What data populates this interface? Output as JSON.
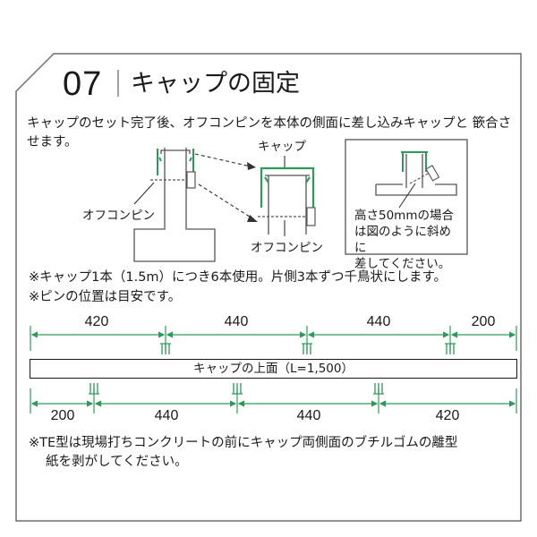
{
  "header": {
    "step_number": "07",
    "title": "キャップの固定"
  },
  "intro_text": "キャップのセット完了後、オフコンピンを本体の側面に差し込みキャップと 篏合させます。",
  "figure": {
    "left_label": "オフコンピン",
    "cap_label": "キャップ",
    "pin_label": "オフコンピン",
    "inset_note_lines": [
      "高さ50mmの場合",
      "は図のように斜めに",
      "差してください。"
    ]
  },
  "notes": [
    "※キャップ1本（1.5m）につき6本使用。片側3本ずつ千鳥状にします。",
    "※ピンの位置は目安です。"
  ],
  "dimensions": {
    "top_row": [
      "420",
      "440",
      "440",
      "200"
    ],
    "bar_label": "キャップの上面（L=1,500）",
    "bottom_row": [
      "200",
      "440",
      "440",
      "420"
    ]
  },
  "footer": {
    "line1": "※TE型は現場打ちコンクリートの前にキャップ両側面のブチルゴムの離型",
    "line2": "紙を剥がしてください。"
  },
  "colors": {
    "accent_green": "#2e9a5a",
    "frame_gray": "#6f6f6f",
    "text": "#1a1a1a"
  }
}
